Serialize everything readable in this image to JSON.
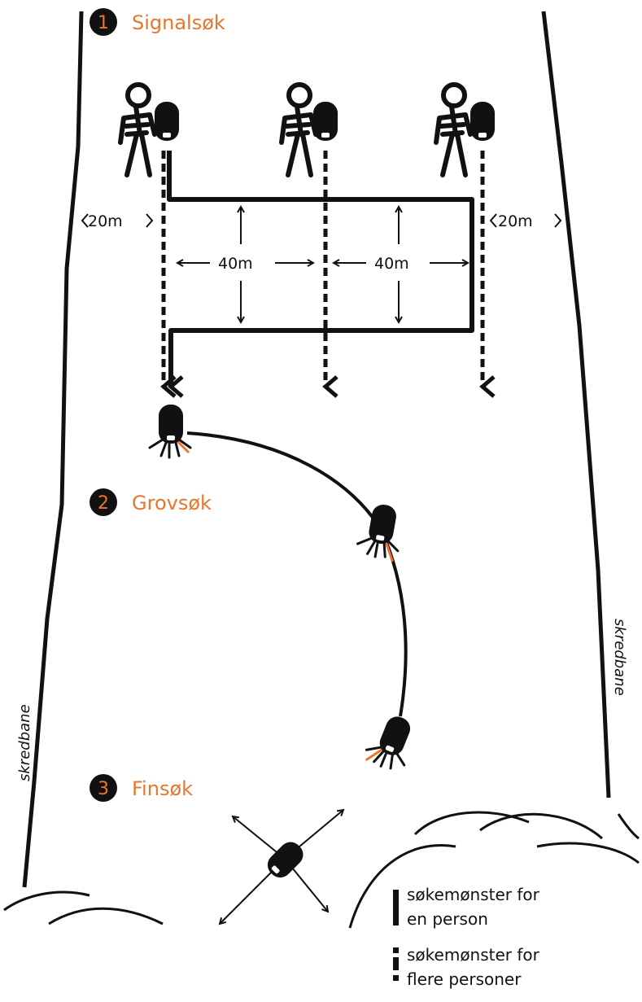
{
  "steps": [
    {
      "number": "1",
      "label": "Signalsøk"
    },
    {
      "number": "2",
      "label": "Grovsøk"
    },
    {
      "number": "3",
      "label": "Finsøk"
    }
  ],
  "dimensions": {
    "side_left": "20m",
    "side_right": "20m",
    "spacing_left": "40m",
    "spacing_right": "40m"
  },
  "side_labels": {
    "left": "skredbane",
    "right": "skredbane"
  },
  "legend": [
    {
      "line1": "søkemønster for",
      "line2": "en person"
    },
    {
      "line1": "søkemønster for",
      "line2": "flere personer"
    }
  ],
  "colors": {
    "accent": "#e8762d",
    "ink": "#111111"
  }
}
